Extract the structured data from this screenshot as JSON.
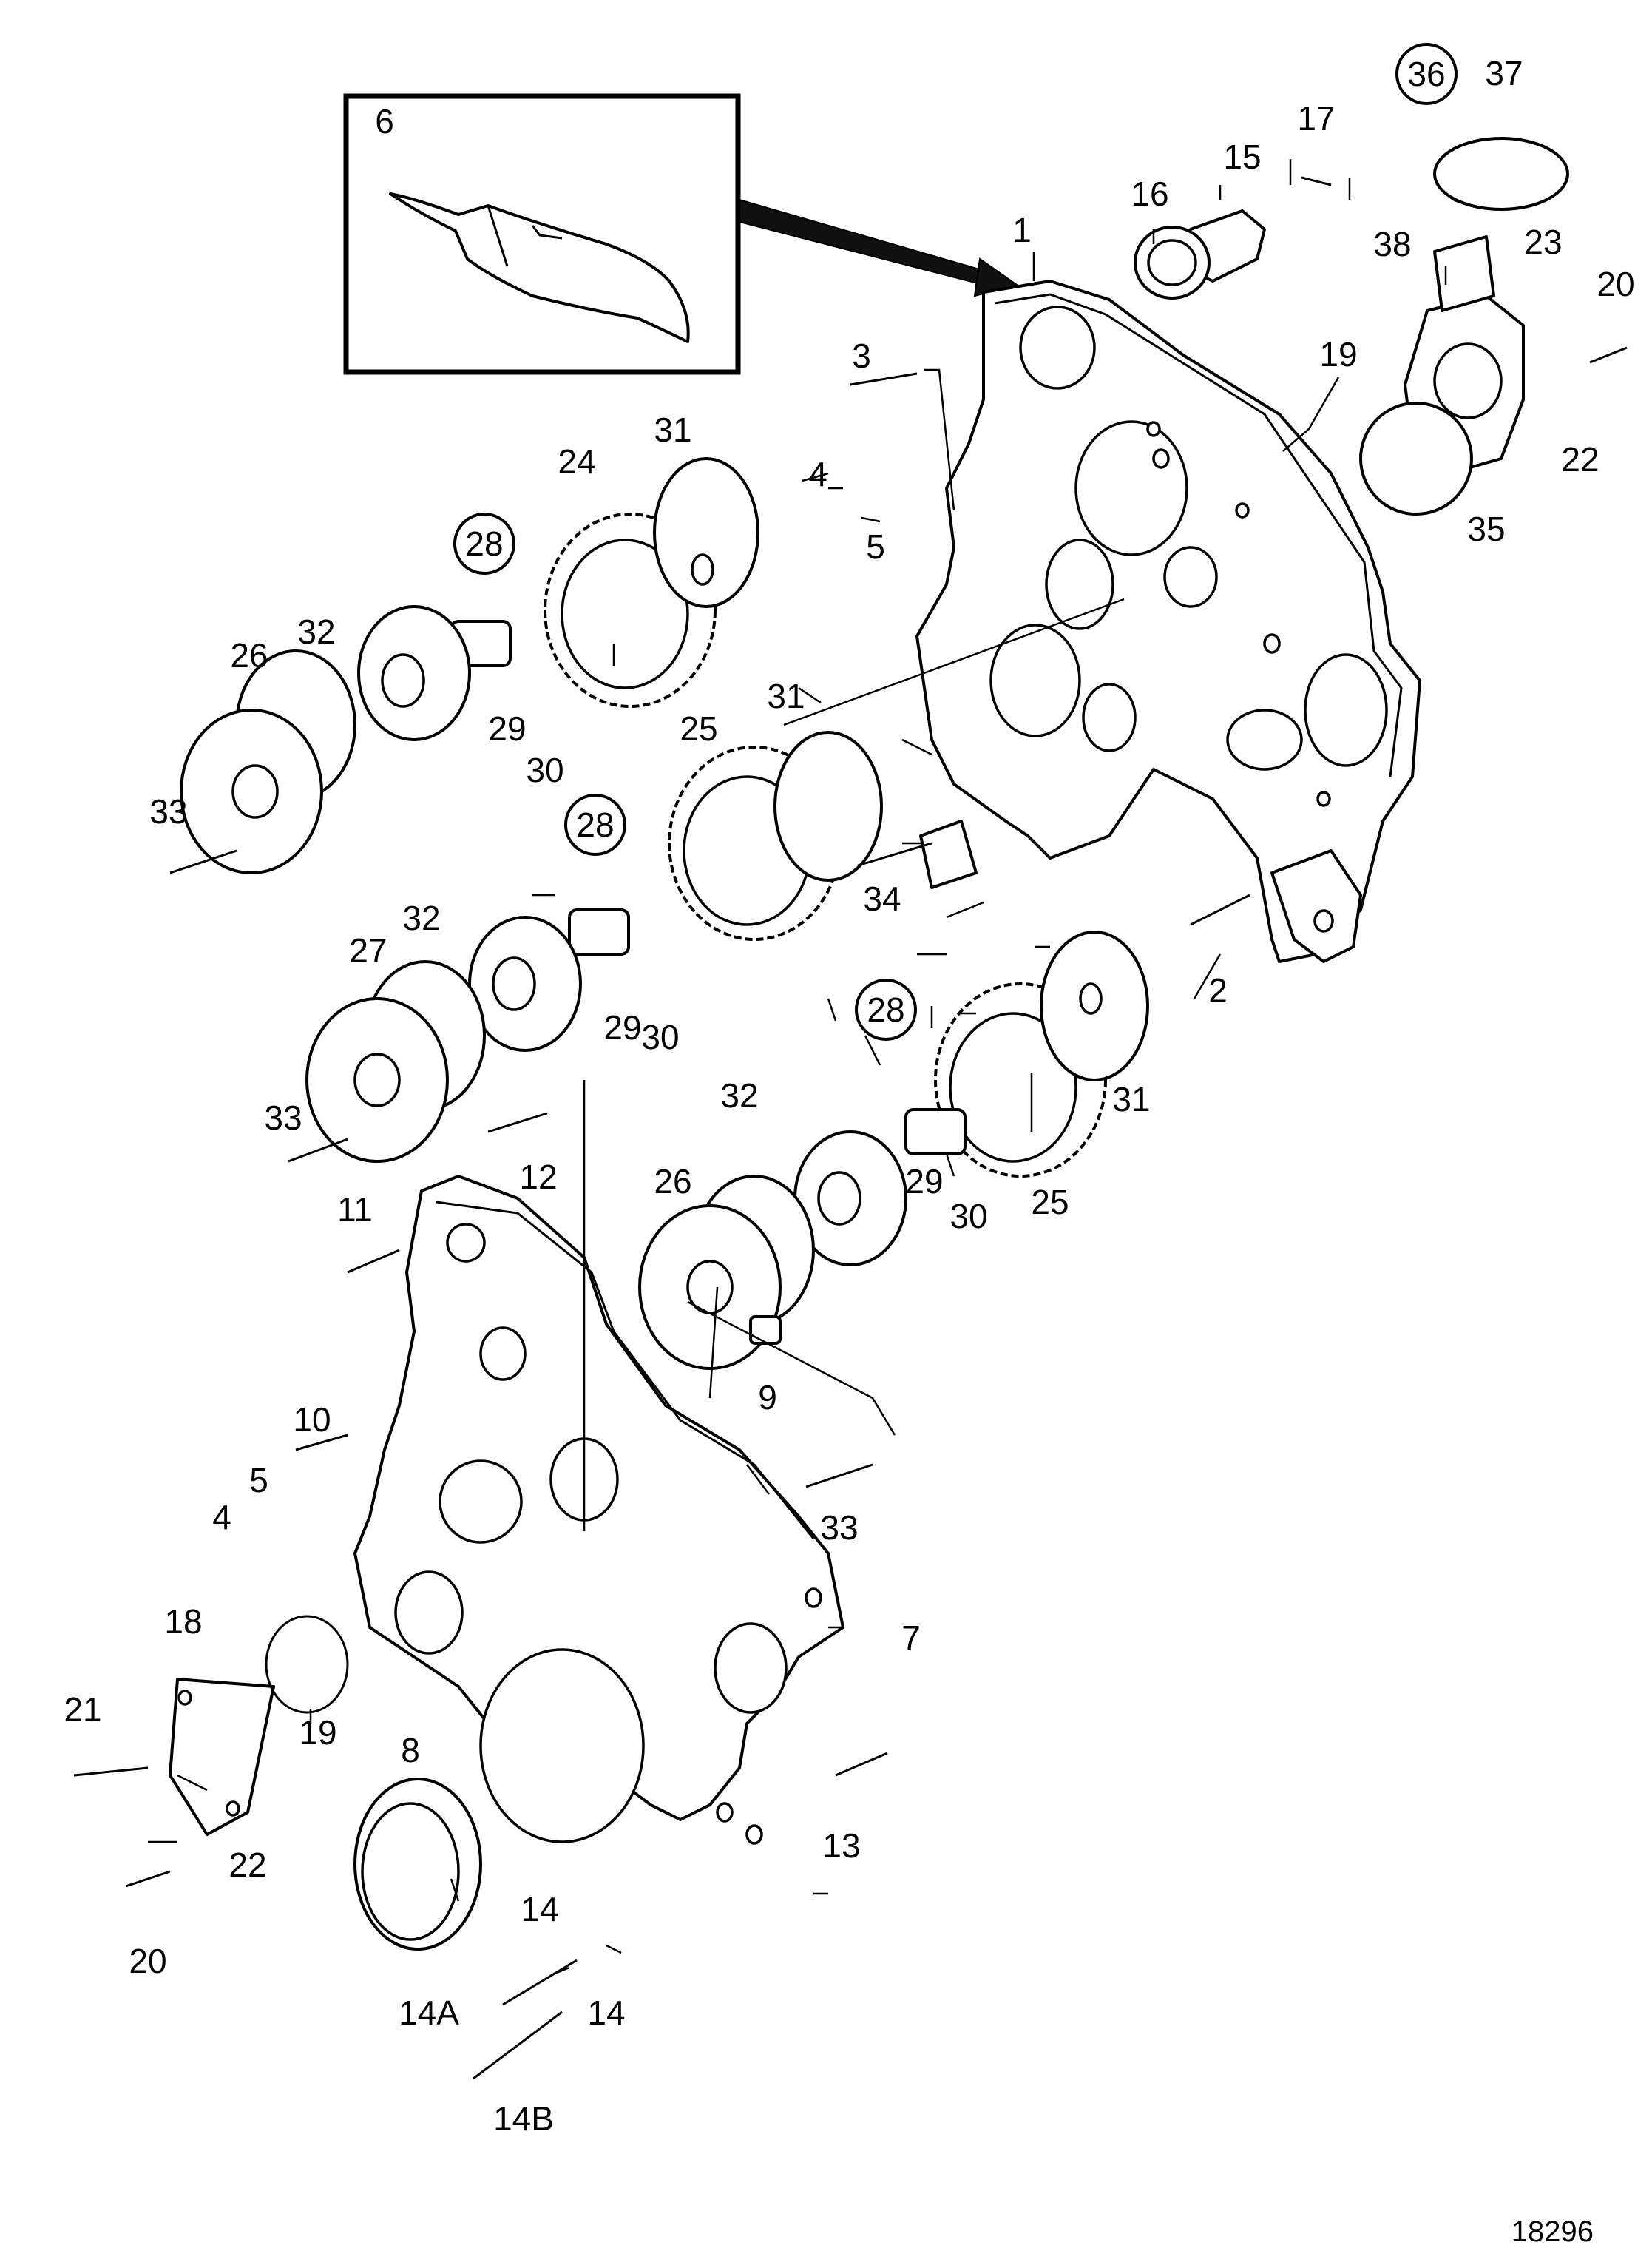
{
  "callouts": [
    {
      "id": "c1",
      "text": "1",
      "circled": false
    },
    {
      "id": "c2",
      "text": "2",
      "circled": false
    },
    {
      "id": "c3",
      "text": "3",
      "circled": false
    },
    {
      "id": "c4a",
      "text": "4",
      "circled": false
    },
    {
      "id": "c4b",
      "text": "4",
      "circled": false
    },
    {
      "id": "c5a",
      "text": "5",
      "circled": false
    },
    {
      "id": "c5b",
      "text": "5",
      "circled": false
    },
    {
      "id": "c6",
      "text": "6",
      "circled": false
    },
    {
      "id": "c7",
      "text": "7",
      "circled": false
    },
    {
      "id": "c8",
      "text": "8",
      "circled": false
    },
    {
      "id": "c9",
      "text": "9",
      "circled": false
    },
    {
      "id": "c10",
      "text": "10",
      "circled": false
    },
    {
      "id": "c11",
      "text": "11",
      "circled": false
    },
    {
      "id": "c12",
      "text": "12",
      "circled": false
    },
    {
      "id": "c13",
      "text": "13",
      "circled": false
    },
    {
      "id": "c14a",
      "text": "14",
      "circled": false
    },
    {
      "id": "c14b",
      "text": "14",
      "circled": false
    },
    {
      "id": "c14A",
      "text": "14A",
      "circled": false
    },
    {
      "id": "c14B",
      "text": "14B",
      "circled": false
    },
    {
      "id": "c15",
      "text": "15",
      "circled": false
    },
    {
      "id": "c16",
      "text": "16",
      "circled": false
    },
    {
      "id": "c17",
      "text": "17",
      "circled": false
    },
    {
      "id": "c18",
      "text": "18",
      "circled": false
    },
    {
      "id": "c19a",
      "text": "19",
      "circled": false
    },
    {
      "id": "c19b",
      "text": "19",
      "circled": false
    },
    {
      "id": "c20a",
      "text": "20",
      "circled": false
    },
    {
      "id": "c20b",
      "text": "20",
      "circled": false
    },
    {
      "id": "c21",
      "text": "21",
      "circled": false
    },
    {
      "id": "c22a",
      "text": "22",
      "circled": false
    },
    {
      "id": "c22b",
      "text": "22",
      "circled": false
    },
    {
      "id": "c23",
      "text": "23",
      "circled": false
    },
    {
      "id": "c24",
      "text": "24",
      "circled": false
    },
    {
      "id": "c25a",
      "text": "25",
      "circled": false
    },
    {
      "id": "c25b",
      "text": "25",
      "circled": false
    },
    {
      "id": "c26a",
      "text": "26",
      "circled": false
    },
    {
      "id": "c26b",
      "text": "26",
      "circled": false
    },
    {
      "id": "c27",
      "text": "27",
      "circled": false
    },
    {
      "id": "c28a",
      "text": "28",
      "circled": true
    },
    {
      "id": "c28b",
      "text": "28",
      "circled": true
    },
    {
      "id": "c28c",
      "text": "28",
      "circled": true
    },
    {
      "id": "c29a",
      "text": "29",
      "circled": false
    },
    {
      "id": "c29b",
      "text": "29",
      "circled": false
    },
    {
      "id": "c29c",
      "text": "29",
      "circled": false
    },
    {
      "id": "c30a",
      "text": "30",
      "circled": false
    },
    {
      "id": "c30b",
      "text": "30",
      "circled": false
    },
    {
      "id": "c30c",
      "text": "30",
      "circled": false
    },
    {
      "id": "c31a",
      "text": "31",
      "circled": false
    },
    {
      "id": "c31b",
      "text": "31",
      "circled": false
    },
    {
      "id": "c31c",
      "text": "31",
      "circled": false
    },
    {
      "id": "c32a",
      "text": "32",
      "circled": false
    },
    {
      "id": "c32b",
      "text": "32",
      "circled": false
    },
    {
      "id": "c32c",
      "text": "32",
      "circled": false
    },
    {
      "id": "c33a",
      "text": "33",
      "circled": false
    },
    {
      "id": "c33b",
      "text": "33",
      "circled": false
    },
    {
      "id": "c33c",
      "text": "33",
      "circled": false
    },
    {
      "id": "c34",
      "text": "34",
      "circled": false
    },
    {
      "id": "c35",
      "text": "35",
      "circled": false
    },
    {
      "id": "c36",
      "text": "36",
      "circled": true
    },
    {
      "id": "c37",
      "text": "37",
      "circled": false
    },
    {
      "id": "c38",
      "text": "38",
      "circled": false
    }
  ],
  "drawing_code": "18296"
}
